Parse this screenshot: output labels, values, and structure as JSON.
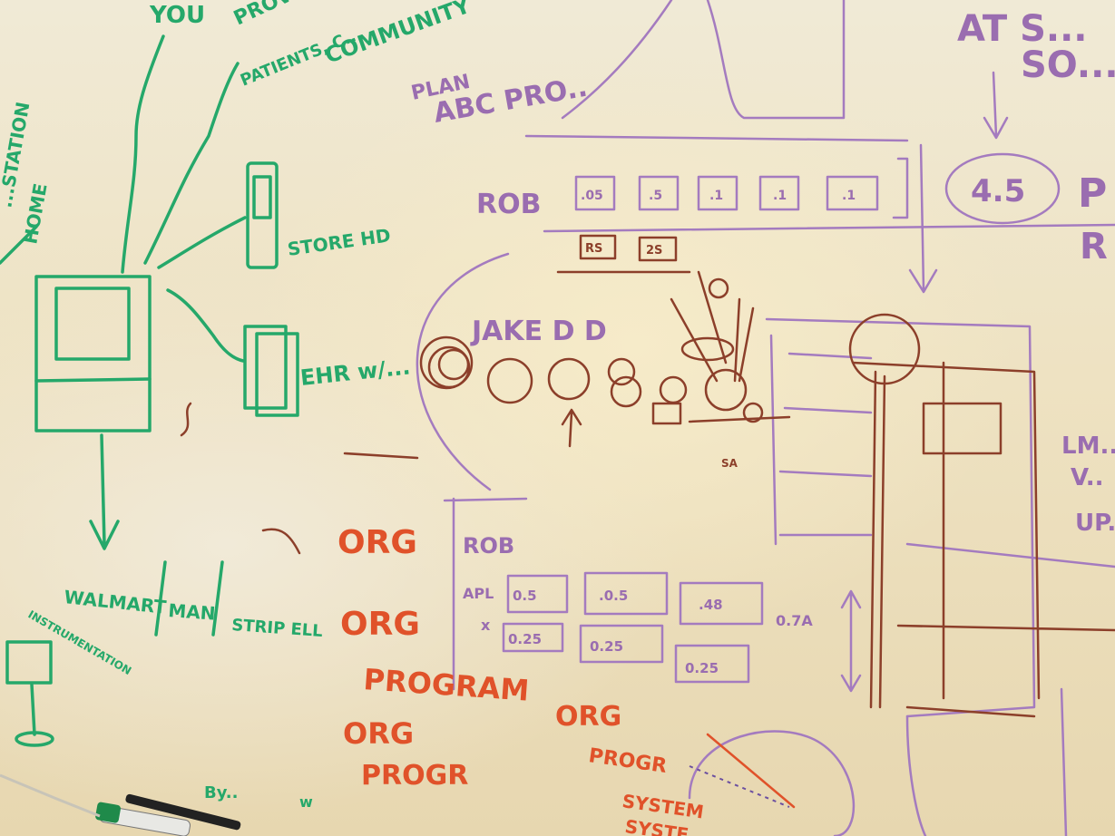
{
  "green": {
    "top": "YOU",
    "top2": "PROVIDERS, C..",
    "top3": "PATIENTS, C...",
    "top4": "COMMUNITY",
    "side1": "...STATION",
    "side2": "HOME",
    "store": "STORE HD",
    "ehr": "EHR w/...",
    "walmart": "WALMART",
    "man": "MAN",
    "strip": "STRIP ELL",
    "inst": "INSTRUMENTATION",
    "by": "By..",
    "w": "w"
  },
  "purple": {
    "plan": "PLAN",
    "abc": "ABC PRO..",
    "rob": "ROB",
    "rob_vals": [
      ".05",
      ".5",
      ".1",
      ".1",
      ".1"
    ],
    "right1": "AT S...",
    "right2": "SO...",
    "circle_val": "4.5",
    "right_p": "P",
    "right_r": "R",
    "lm": "LM..",
    "lv": "V..",
    "up": "UP..",
    "rob2": "ROB",
    "apl": "APL",
    "x": "x",
    "row1": [
      "0.5",
      ".0.5",
      ".48"
    ],
    "row2": [
      "0.25",
      "0.25",
      "0.25"
    ],
    "side_val": "0.7A"
  },
  "brown": {
    "jake": "JAKE D D",
    "r_boxes": [
      "RS",
      "2S"
    ],
    "sa": "SA"
  },
  "orange": {
    "org1": "ORG",
    "org2": "ORG",
    "program": "PROGRAM",
    "org3": "ORG",
    "progr": "PROGR",
    "org4": "ORG",
    "progr2": "PROGR",
    "system": "SYSTEM",
    "system2": "SYSTE..."
  },
  "colors": {
    "green": "#25a86a",
    "orange": "#e0522a",
    "purple": "#9a6db0",
    "brown": "#8c3f2a",
    "board": "#f0ead6"
  }
}
